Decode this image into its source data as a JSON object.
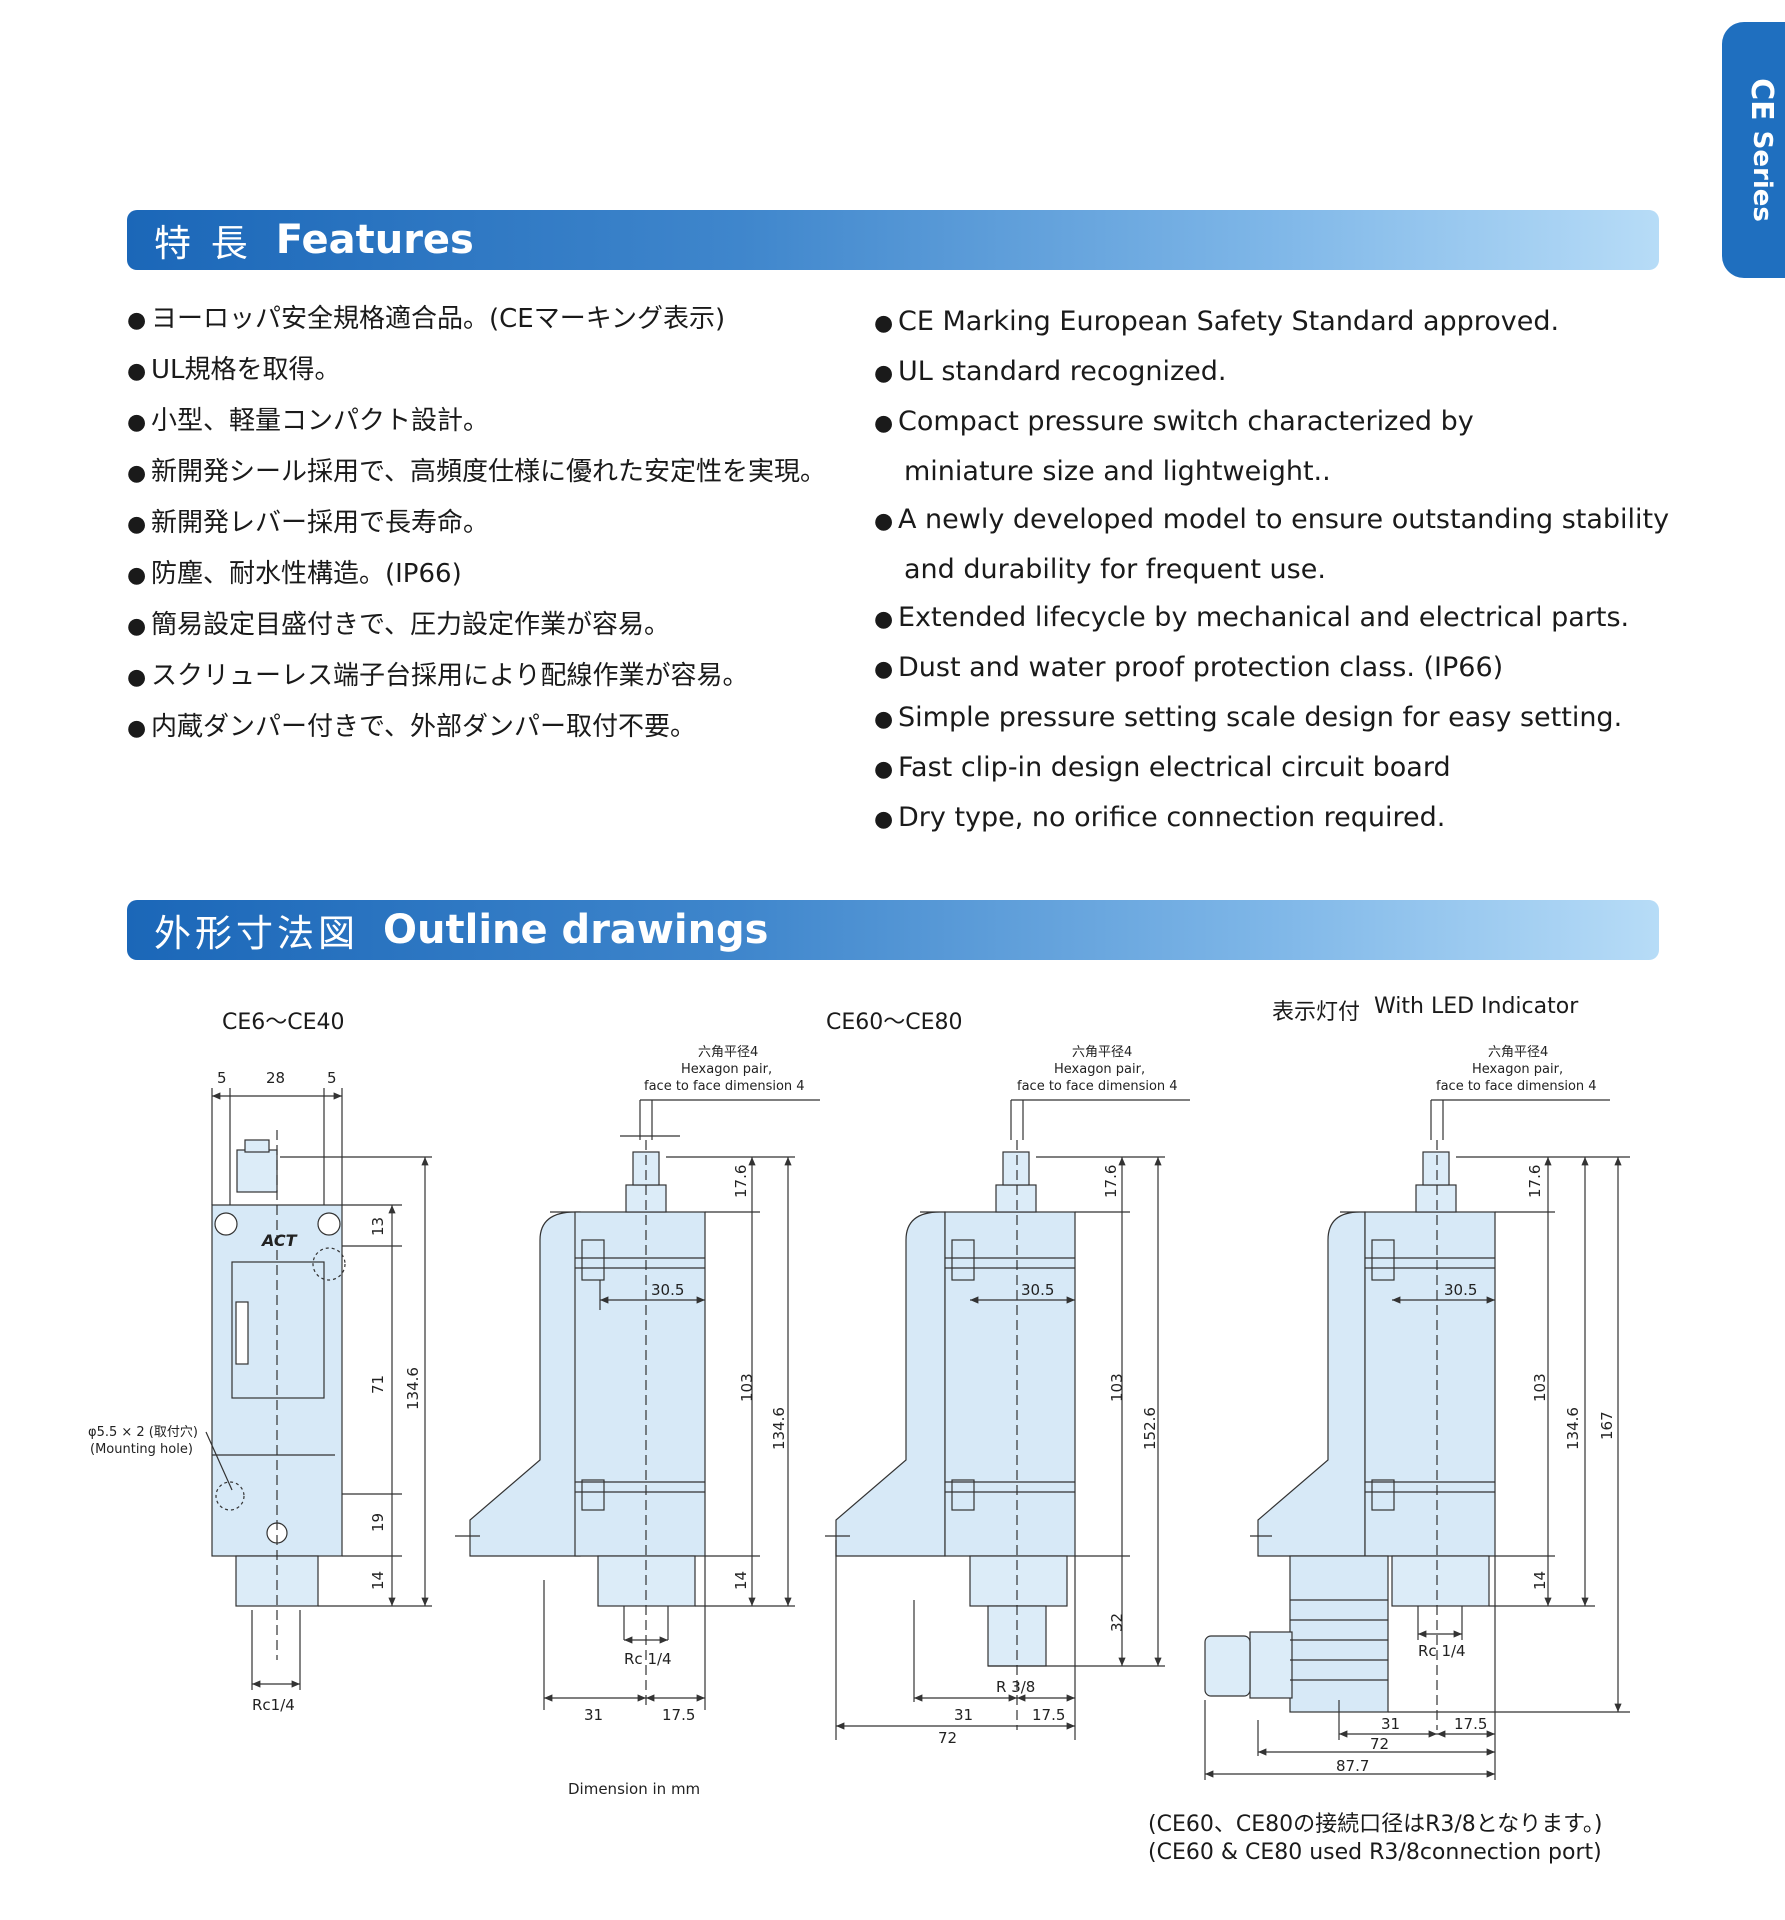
{
  "side_tab": {
    "brand": "CE",
    "label": "Series"
  },
  "features": {
    "heading_jp": "特 長",
    "heading_en": "Features",
    "jp_items": [
      "ヨーロッパ安全規格適合品。(CEマーキング表示)",
      "UL規格を取得。",
      "小型、軽量コンパクト設計。",
      "新開発シール採用で、高頻度仕様に優れた安定性を実現。",
      "新開発レバー採用で長寿命。",
      "防塵、耐水性構造。(IP66)",
      "簡易設定目盛付きで、圧力設定作業が容易。",
      "スクリューレス端子台採用により配線作業が容易。",
      "内蔵ダンパー付きで、外部ダンパー取付不要。"
    ],
    "en_items": [
      {
        "text": "CE Marking European Safety Standard approved.",
        "cont": ""
      },
      {
        "text": "UL standard recognized.",
        "cont": ""
      },
      {
        "text": "Compact pressure switch characterized by",
        "cont": "miniature size and lightweight.."
      },
      {
        "text": "A newly developed model to ensure outstanding stability",
        "cont": "and durability for frequent use."
      },
      {
        "text": "Extended lifecycle by mechanical and electrical parts.",
        "cont": ""
      },
      {
        "text": "Dust and water proof protection class.  (IP66)",
        "cont": ""
      },
      {
        "text": "Simple pressure setting scale design for easy setting.",
        "cont": ""
      },
      {
        "text": "Fast clip-in design electrical circuit board",
        "cont": ""
      },
      {
        "text": "Dry type, no orifice connection required.",
        "cont": ""
      }
    ],
    "bullet": "●"
  },
  "outline": {
    "heading_jp": "外形寸法図",
    "heading_en": "Outline drawings",
    "model_a": "CE6～CE40",
    "model_b": "CE60～CE80",
    "led_jp": "表示灯付",
    "led_en": "With LED Indicator",
    "dimension_note": "Dimension in mm",
    "note_jp": "(CE60、CE80の接続口径はR3/8となります。)",
    "note_en": "(CE60 & CE80 used R3/8connection port)",
    "hex_jp": "六角平径4",
    "hex_en1": "Hexagon pair,",
    "hex_en2": "face to face dimension 4",
    "mount_jp": "φ5.5 × 2 (取付穴)",
    "mount_en": "(Mounting hole)",
    "logo": "ACT",
    "port_rc": "Rc1/4",
    "port_rc_side": "Rc 1/4",
    "port_r": "R 3/8",
    "dims_a": {
      "w1": "5",
      "w2": "28",
      "w3": "5",
      "h1": "13",
      "h2": "71",
      "h3": "19",
      "h4": "14",
      "total": "134.6"
    },
    "dims_b": {
      "top": "17.6",
      "mid": "103",
      "bottom": "14",
      "total": "134.6",
      "d": "30.5",
      "left": "31",
      "right": "17.5"
    },
    "dims_c": {
      "top": "17.6",
      "mid": "103",
      "bottom": "32",
      "total": "152.6",
      "d": "30.5",
      "left": "31",
      "right": "17.5",
      "width": "72"
    },
    "dims_d": {
      "top": "17.6",
      "mid": "103",
      "bottom": "14",
      "total": "134.6",
      "overall": "167",
      "d": "30.5",
      "left": "31",
      "right": "17.5",
      "width": "72",
      "overall_w": "87.7"
    }
  }
}
